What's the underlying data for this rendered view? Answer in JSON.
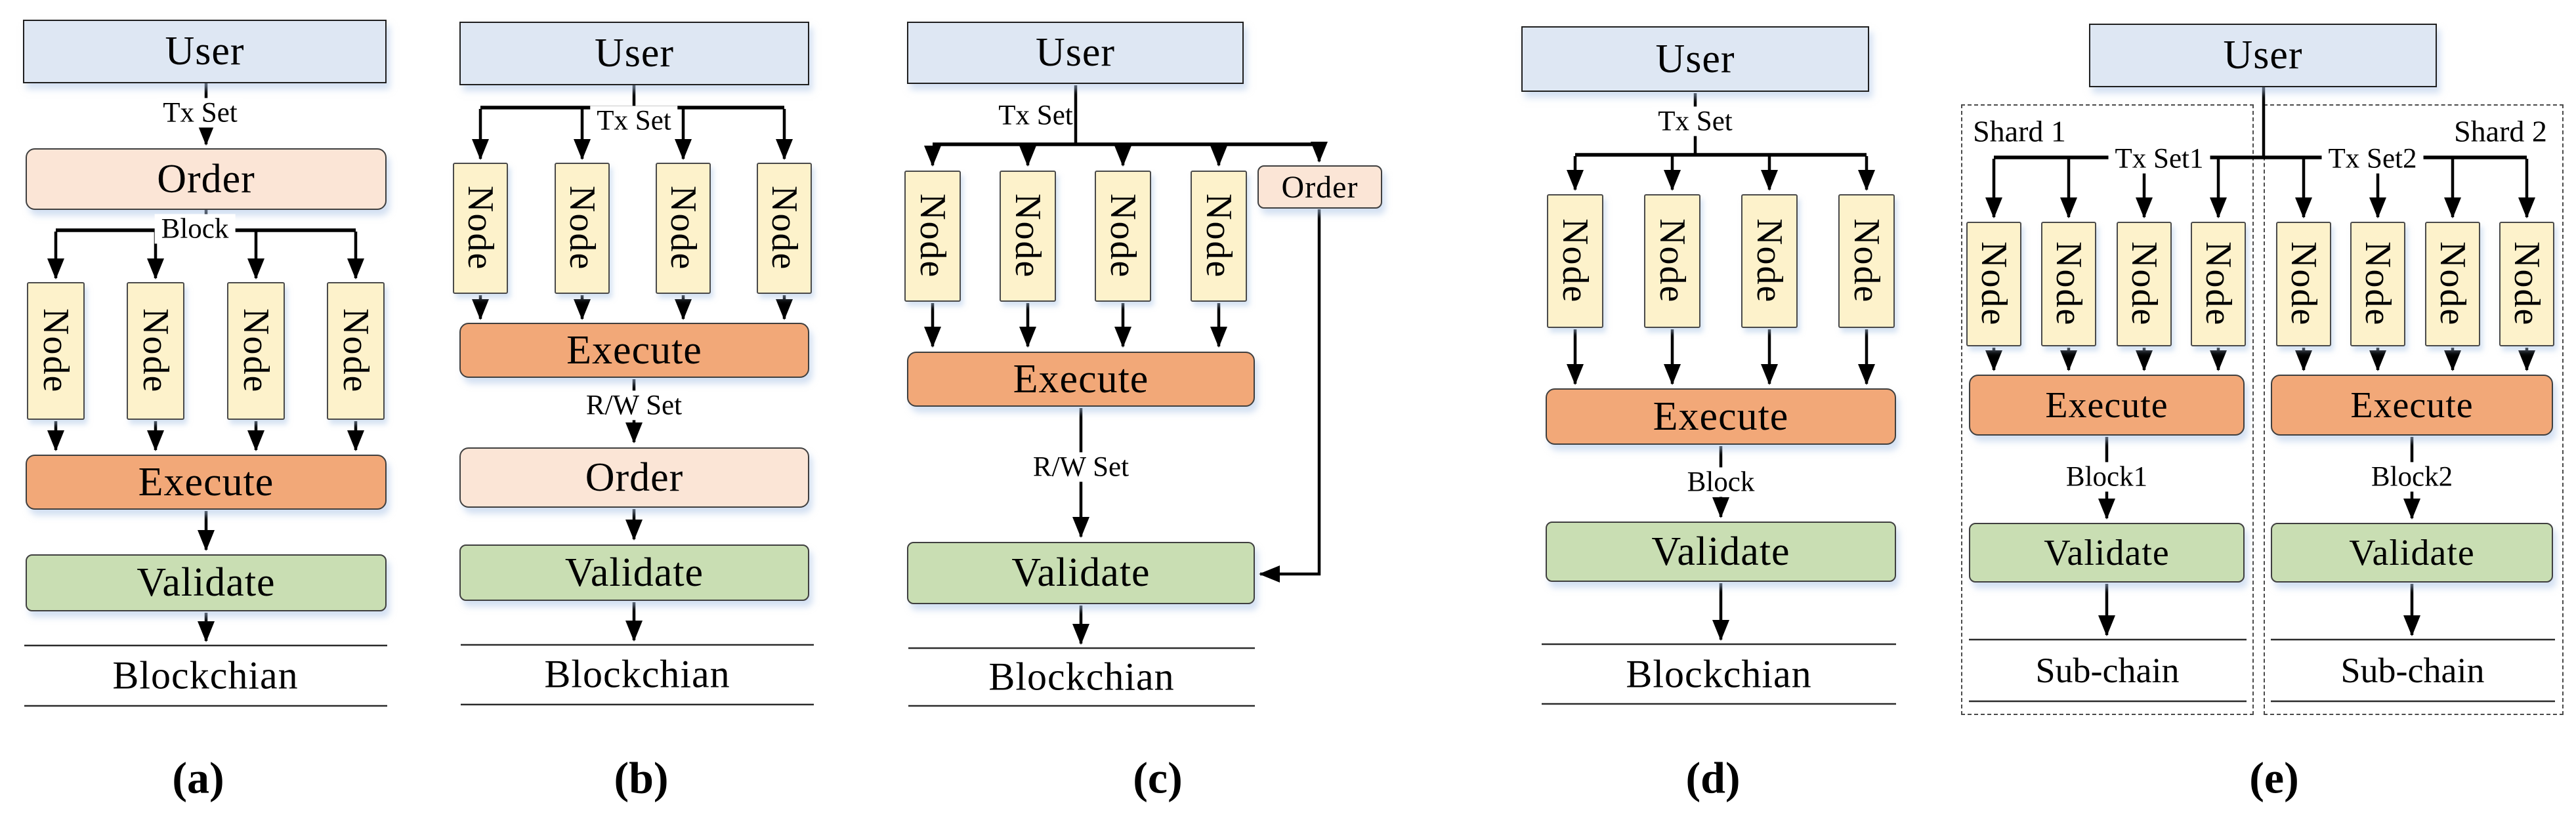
{
  "figure": {
    "description_domain": "flow-diagram",
    "panel_count": 5
  },
  "palette": {
    "user_fill": "#dee7f3",
    "order_fill": "#fbe5d6",
    "node_fill": "#fdf2cb",
    "execute_fill": "#f2a878",
    "validate_fill": "#c9deb3",
    "box_border": "#3f3f3f",
    "line_color": "#000000"
  },
  "labels": {
    "user": "User",
    "node": "Node",
    "order": "Order",
    "execute": "Execute",
    "validate": "Validate",
    "blockchain": "Blockchian",
    "sub_chain": "Sub-chain",
    "tx_set": "Tx Set",
    "tx_set1": "Tx Set1",
    "tx_set2": "Tx Set2",
    "block": "Block",
    "block1": "Block1",
    "block2": "Block2",
    "rw_set": "R/W Set",
    "shard1": "Shard 1",
    "shard2": "Shard 2"
  },
  "panels": {
    "a": {
      "caption": "(a)"
    },
    "b": {
      "caption": "(b)"
    },
    "c": {
      "caption": "(c)"
    },
    "d": {
      "caption": "(d)"
    },
    "e": {
      "caption": "(e)"
    }
  }
}
